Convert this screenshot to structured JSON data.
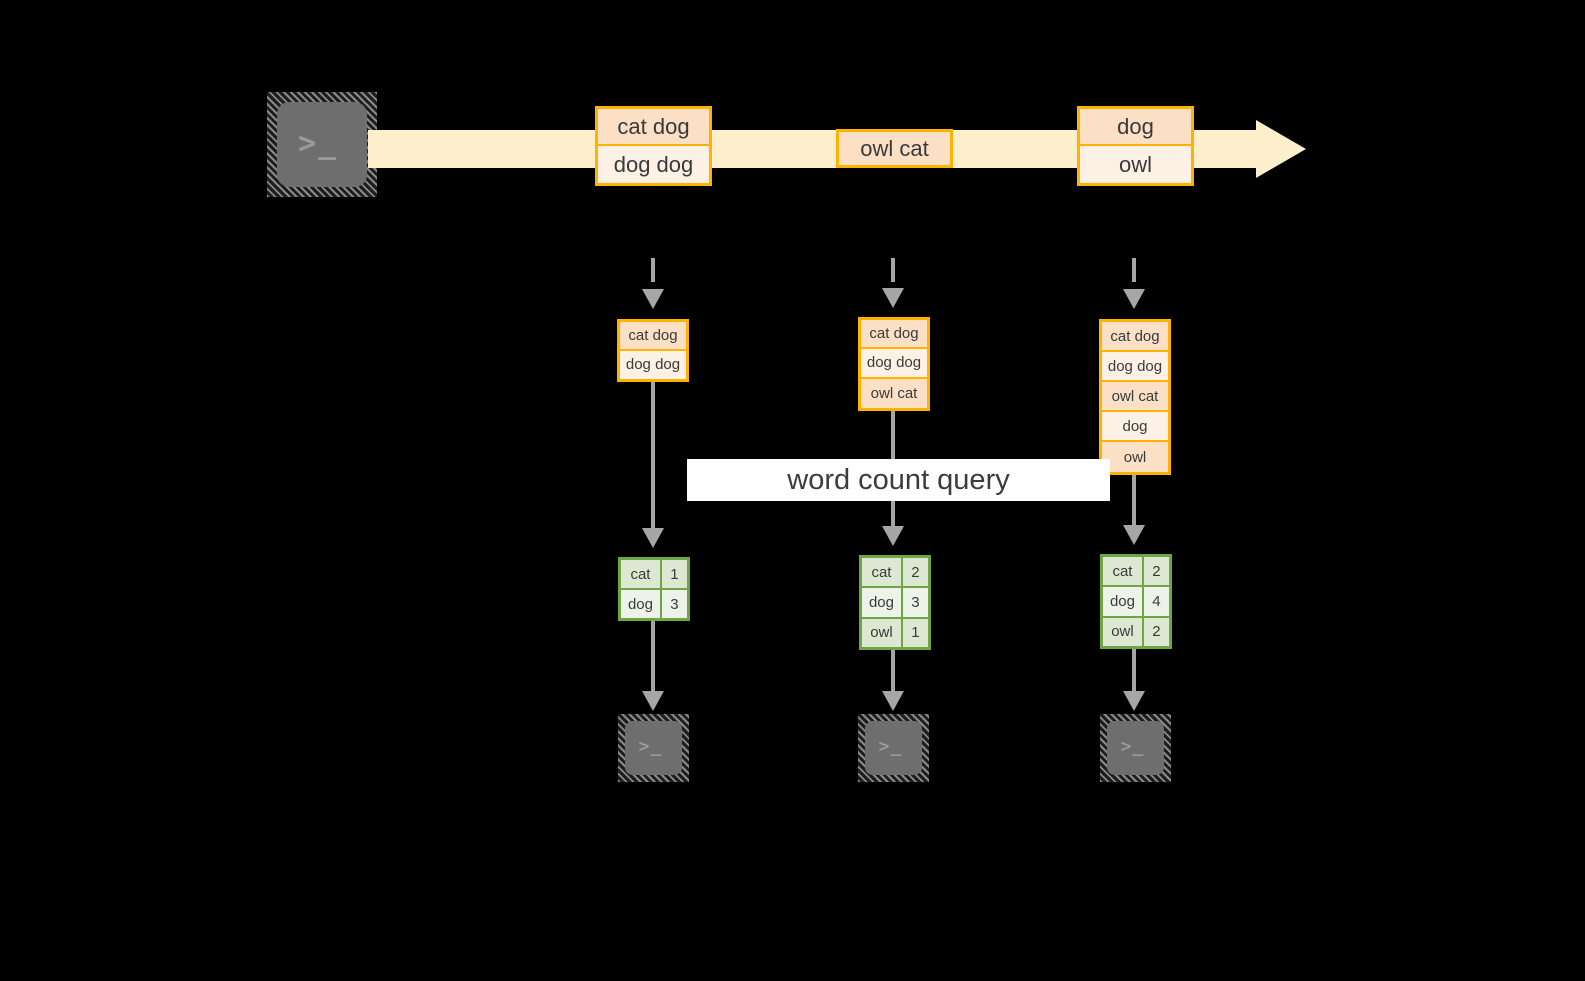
{
  "diagram": {
    "title_label": "word count query",
    "colors": {
      "background": "#000000",
      "stream_band": "#FDEFCB",
      "record_border": "#FFB300",
      "record_fill_dark": "#FBE0C6",
      "record_fill_light": "#FDF1E6",
      "result_border": "#6FA543",
      "result_fill_dark": "#DCE8D1",
      "result_fill_light": "#EEF3EA",
      "arrow": "#A6A6A6",
      "terminal_body": "#6E6E6E",
      "banner_background": "#FFFFFF"
    },
    "source": {
      "icon": "terminal-icon",
      "prompt": ">_"
    },
    "stream": {
      "arrow_direction": "right",
      "records": [
        {
          "id": "record-1",
          "lines": [
            "cat dog",
            "dog dog"
          ]
        },
        {
          "id": "record-2",
          "lines": [
            "owl cat"
          ]
        },
        {
          "id": "record-3",
          "lines": [
            "dog",
            "owl"
          ]
        }
      ]
    },
    "snapshots": [
      {
        "id": "snapshot-1",
        "lines": [
          "cat dog",
          "dog dog"
        ],
        "result": {
          "rows": [
            {
              "word": "cat",
              "count": "1"
            },
            {
              "word": "dog",
              "count": "3"
            }
          ]
        },
        "sink": {
          "icon": "terminal-icon",
          "prompt": ">_"
        }
      },
      {
        "id": "snapshot-2",
        "lines": [
          "cat dog",
          "dog dog",
          "owl cat"
        ],
        "result": {
          "rows": [
            {
              "word": "cat",
              "count": "2"
            },
            {
              "word": "dog",
              "count": "3"
            },
            {
              "word": "owl",
              "count": "1"
            }
          ]
        },
        "sink": {
          "icon": "terminal-icon",
          "prompt": ">_"
        }
      },
      {
        "id": "snapshot-3",
        "lines": [
          "cat dog",
          "dog dog",
          "owl cat",
          "dog",
          "owl"
        ],
        "result": {
          "rows": [
            {
              "word": "cat",
              "count": "2"
            },
            {
              "word": "dog",
              "count": "4"
            },
            {
              "word": "owl",
              "count": "2"
            }
          ]
        },
        "sink": {
          "icon": "terminal-icon",
          "prompt": ">_"
        }
      }
    ]
  }
}
